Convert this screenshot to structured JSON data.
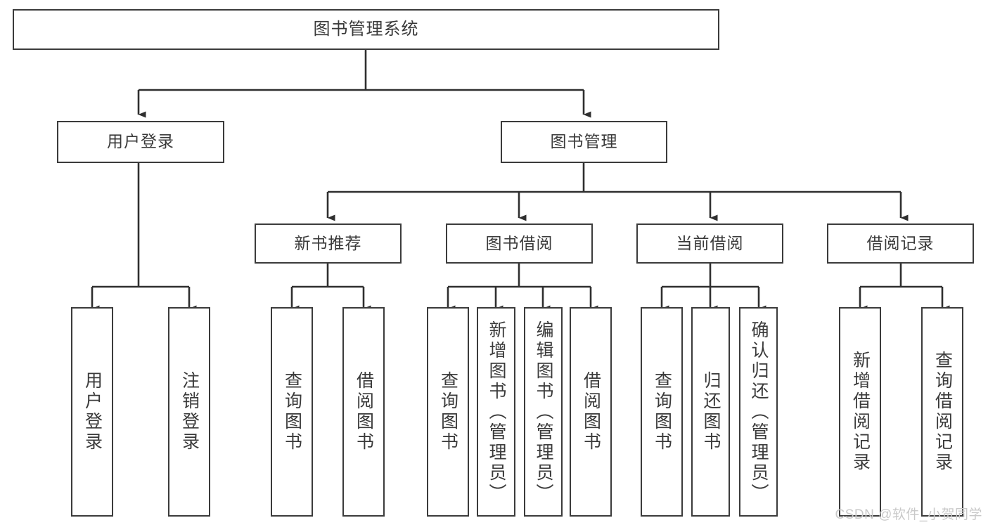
{
  "diagram": {
    "type": "tree",
    "title": "图书管理系统",
    "theme": {
      "background": "#ffffff",
      "box_border": "#3b3b3b",
      "box_fill": "#ffffff",
      "text": "#3a3a3a",
      "connector": "#2f2f2f",
      "watermark": "#c9c9c9"
    },
    "watermark": "CSDN @软件_小贺同学",
    "nodes": {
      "root": {
        "label": "图书管理系统"
      },
      "level1": [
        {
          "label": "用户登录"
        },
        {
          "label": "图书管理"
        }
      ],
      "level2": [
        {
          "label": "新书推荐"
        },
        {
          "label": "图书借阅"
        },
        {
          "label": "当前借阅"
        },
        {
          "label": "借阅记录"
        }
      ],
      "leaves": {
        "user_login": [
          {
            "label": "用户登录"
          },
          {
            "label": "注销登录"
          }
        ],
        "new_book_recommend": [
          {
            "label": "查询图书"
          },
          {
            "label": "借阅图书"
          }
        ],
        "book_borrow": [
          {
            "label": "查询图书"
          },
          {
            "label": "新增图书（管理员）"
          },
          {
            "label": "编辑图书（管理员）"
          },
          {
            "label": "借阅图书"
          }
        ],
        "current_borrow": [
          {
            "label": "查询图书"
          },
          {
            "label": "归还图书"
          },
          {
            "label": "确认归还（管理员）"
          }
        ],
        "borrow_record": [
          {
            "label": "新增借阅记录"
          },
          {
            "label": "查询借阅记录"
          }
        ]
      }
    }
  }
}
